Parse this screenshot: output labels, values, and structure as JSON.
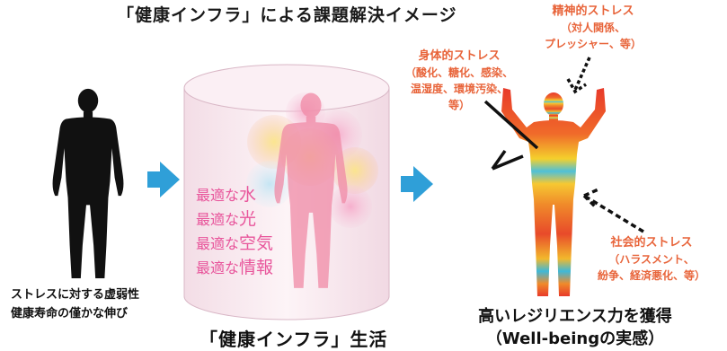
{
  "title": "「健康インフラ」による課題解決イメージ",
  "left_caption": {
    "line1": "ストレスに対する虚弱性",
    "line2": "健康寿命の僅かな伸び"
  },
  "infra_caption": "「健康インフラ」生活",
  "optimal_items": [
    {
      "prefix": "最適な",
      "word": "水"
    },
    {
      "prefix": "最適な",
      "word": "光"
    },
    {
      "prefix": "最適な",
      "word": "空気"
    },
    {
      "prefix": "最適な",
      "word": "情報"
    }
  ],
  "right_caption": {
    "line1": "高いレジリエンス力を獲得",
    "line2": "（Well-beingの実感）"
  },
  "stress_mental": {
    "title": "精神的ストレス",
    "detail1": "（対人関係、",
    "detail2": "プレッシャー、等）"
  },
  "stress_physical": {
    "title": "身体的ストレス",
    "detail1": "（酸化、糖化、感染、",
    "detail2": "温湿度、環境汚染、",
    "detail3": "等）"
  },
  "stress_social": {
    "title": "社会的ストレス",
    "detail1": "（ハラスメント、",
    "detail2": "紛争、経済悪化、等）"
  },
  "colors": {
    "stress_text": "#e8643a",
    "optimal_text": "#e8559b",
    "arrow_blue": "#2f9fd8",
    "silhouette": "#111111"
  }
}
